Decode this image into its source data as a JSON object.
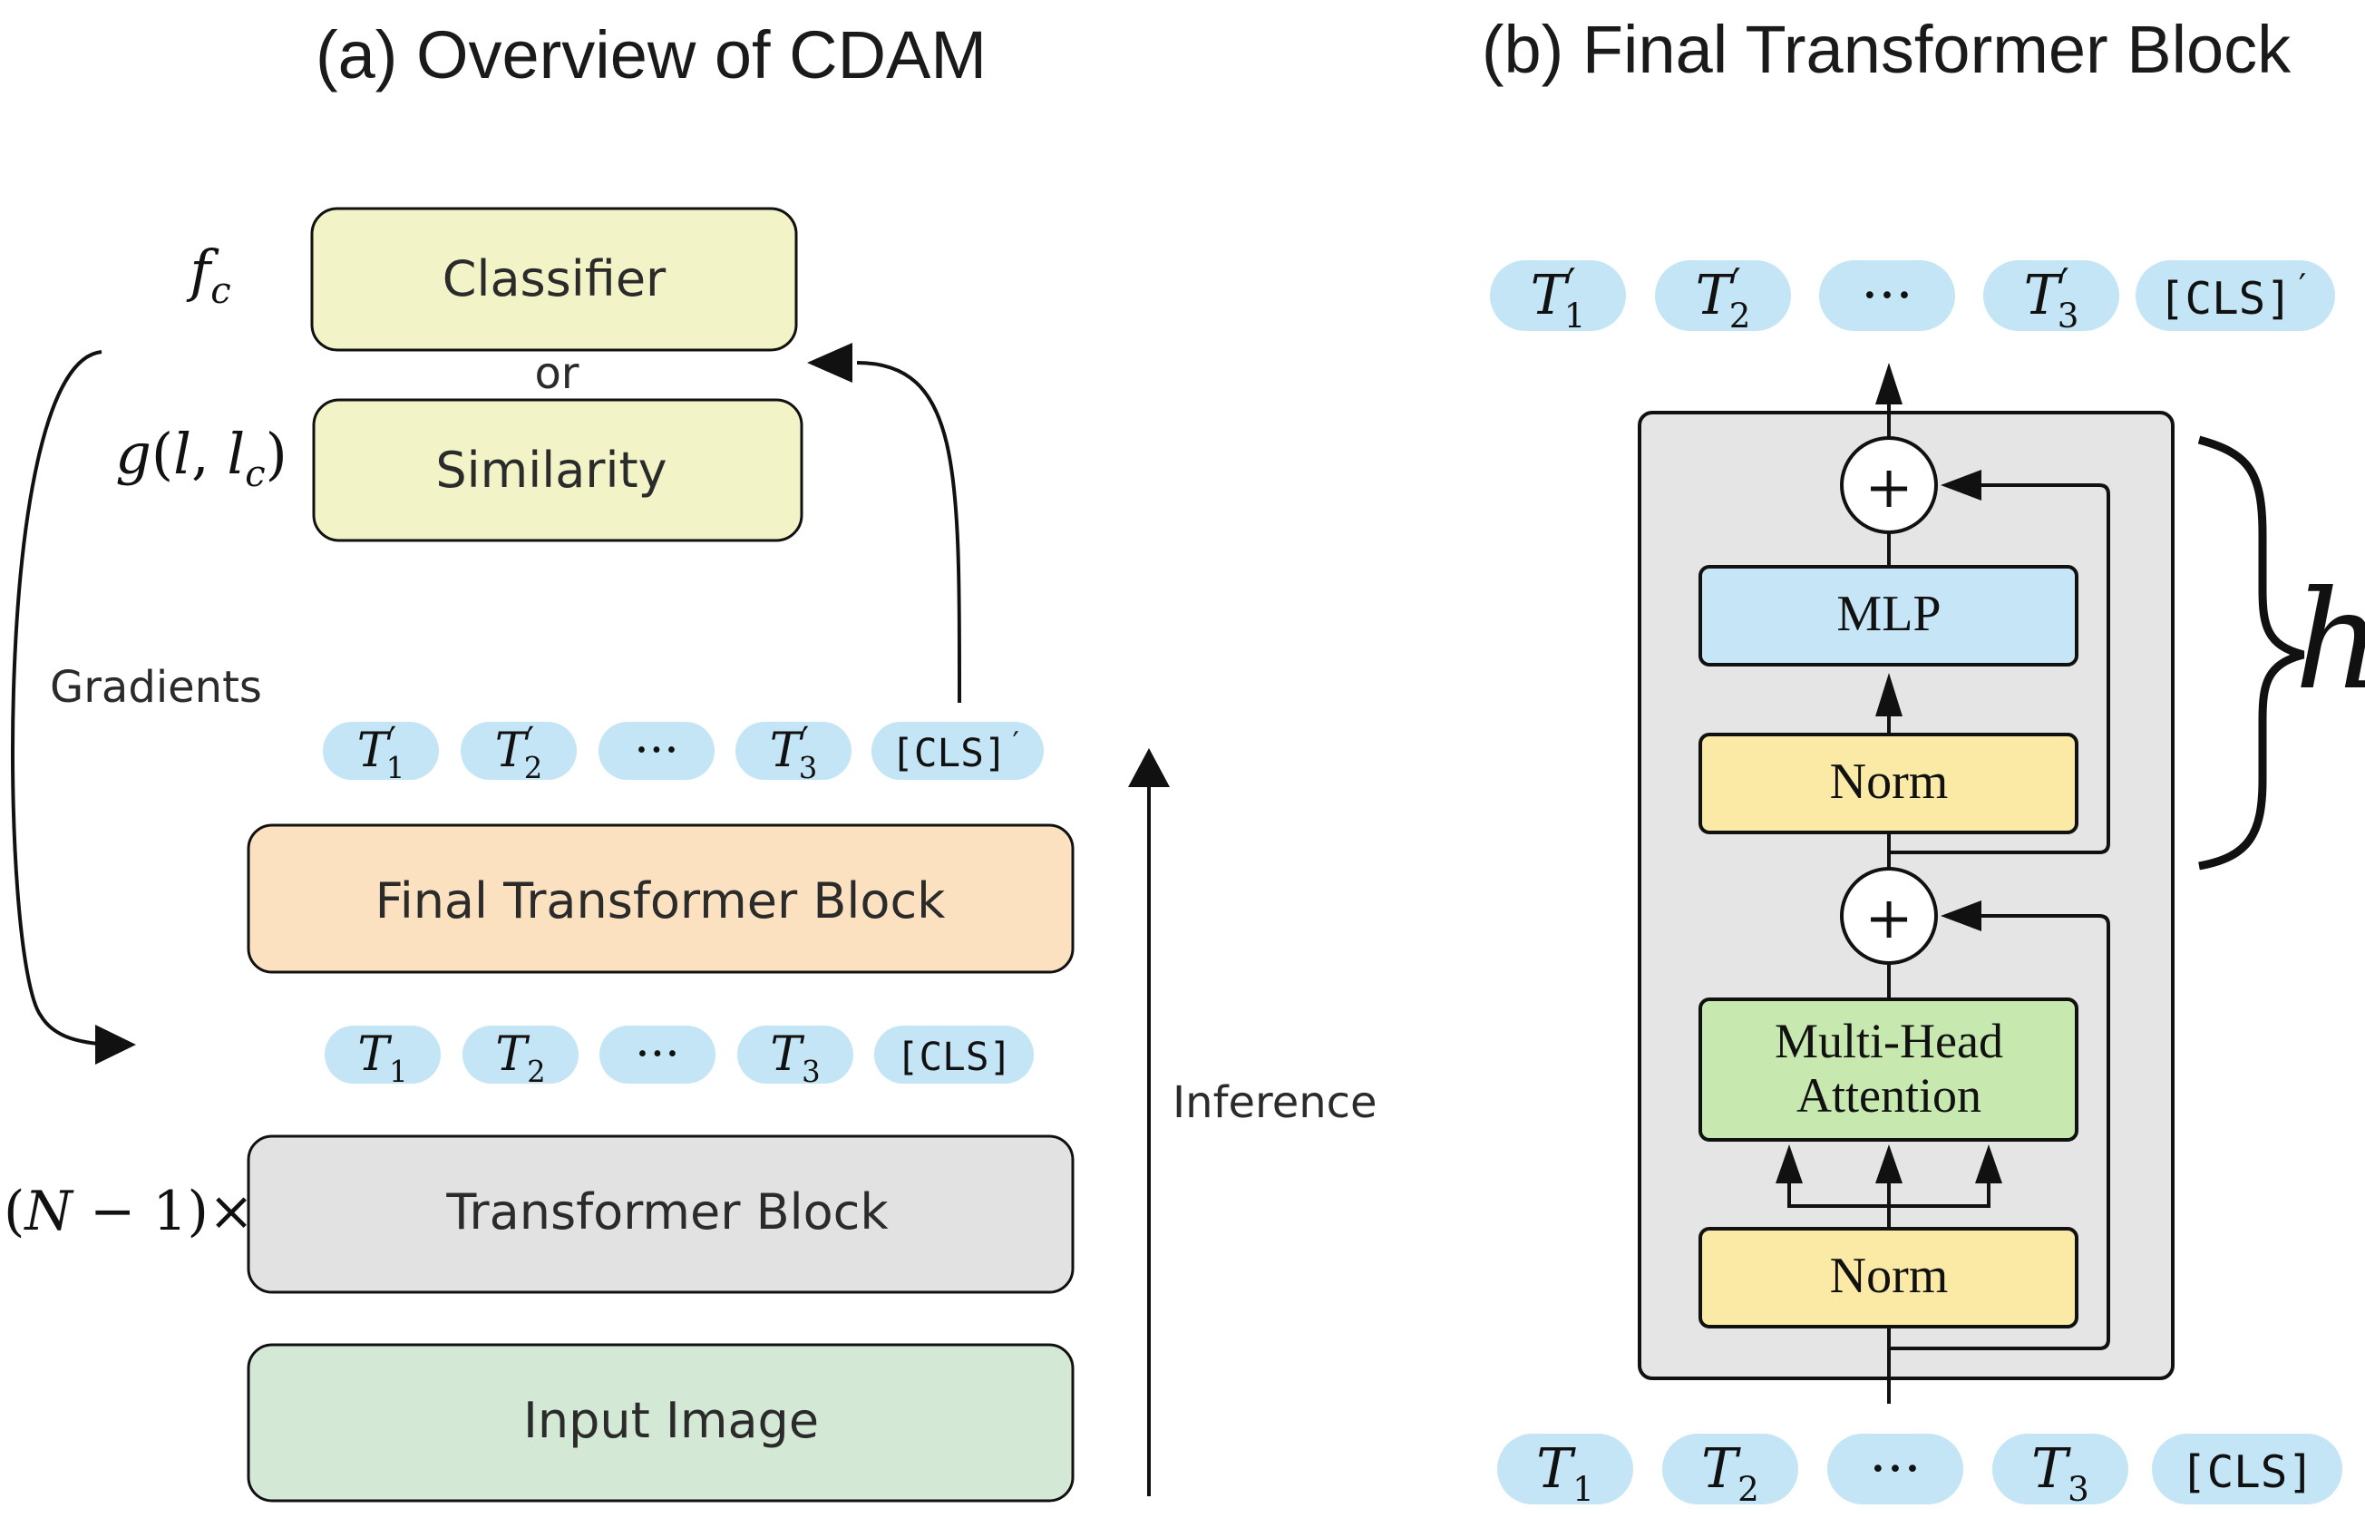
{
  "panel_a": {
    "title": "(a) Overview of CDAM",
    "fc_label": "fc",
    "g_label": "g(l, lc)",
    "classifier": "Classifier",
    "or": "or",
    "similarity": "Similarity",
    "gradients": "Gradients",
    "final_block": "Final Transformer Block",
    "transformer_block": "Transformer Block",
    "repeat_label": "(N − 1)×",
    "input_image": "Input Image",
    "inference": "Inference",
    "out_tokens": [
      {
        "base": "T",
        "sub": "1",
        "prime": "′"
      },
      {
        "base": "T",
        "sub": "2",
        "prime": "′"
      },
      {
        "base": "···",
        "sub": "",
        "prime": ""
      },
      {
        "base": "T",
        "sub": "3",
        "prime": "′"
      },
      {
        "base": "[CLS]",
        "sub": "",
        "prime": "′"
      }
    ],
    "in_tokens": [
      {
        "base": "T",
        "sub": "1",
        "prime": ""
      },
      {
        "base": "T",
        "sub": "2",
        "prime": ""
      },
      {
        "base": "···",
        "sub": "",
        "prime": ""
      },
      {
        "base": "T",
        "sub": "3",
        "prime": ""
      },
      {
        "base": "[CLS]",
        "sub": "",
        "prime": ""
      }
    ]
  },
  "panel_b": {
    "title": "(b) Final Transformer Block",
    "mlp": "MLP",
    "norm_top": "Norm",
    "mha_line1": "Multi-Head",
    "mha_line2": "Attention",
    "norm_bottom": "Norm",
    "plus": "+",
    "h_label": "h"
  },
  "colors": {
    "token": "#c4e5f5",
    "yellow_green": "#f2f3c6",
    "orange": "#fbe1bf",
    "gray_box": "#e2e2e2",
    "green_box": "#d3e8d5",
    "container": "#e5e5e5",
    "mlp": "#c6e5f6",
    "norm": "#fbe9a6",
    "mha": "#c7e8ae"
  }
}
